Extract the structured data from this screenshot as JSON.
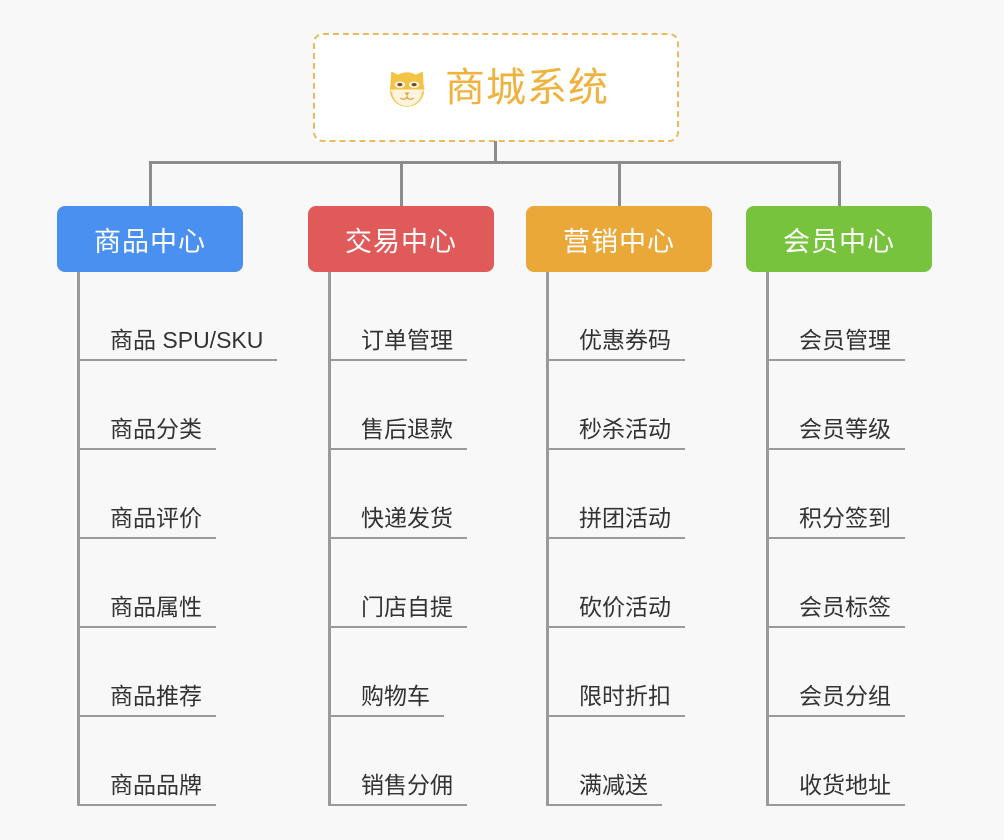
{
  "page": {
    "background_color": "#f8f8f8",
    "connector_color": "#8c8c8c",
    "leaf_rule_color": "#9a9a9a",
    "leaf_text_color": "#333333"
  },
  "root": {
    "title": "商城系统",
    "icon": "shiba-dog-icon",
    "text_color": "#f0b23c",
    "border_color": "#edb95e",
    "background_color": "#ffffff"
  },
  "columns": [
    {
      "title": "商品中心",
      "color": "#4a90f0",
      "items": [
        "商品 SPU/SKU",
        "商品分类",
        "商品评价",
        "商品属性",
        "商品推荐",
        "商品品牌"
      ]
    },
    {
      "title": "交易中心",
      "color": "#e05a5a",
      "items": [
        "订单管理",
        "售后退款",
        "快递发货",
        "门店自提",
        "购物车",
        "销售分佣"
      ]
    },
    {
      "title": "营销中心",
      "color": "#eaa838",
      "items": [
        "优惠券码",
        "秒杀活动",
        "拼团活动",
        "砍价活动",
        "限时折扣",
        "满减送"
      ]
    },
    {
      "title": "会员中心",
      "color": "#77c33e",
      "items": [
        "会员管理",
        "会员等级",
        "积分签到",
        "会员标签",
        "会员分组",
        "收货地址"
      ]
    }
  ]
}
